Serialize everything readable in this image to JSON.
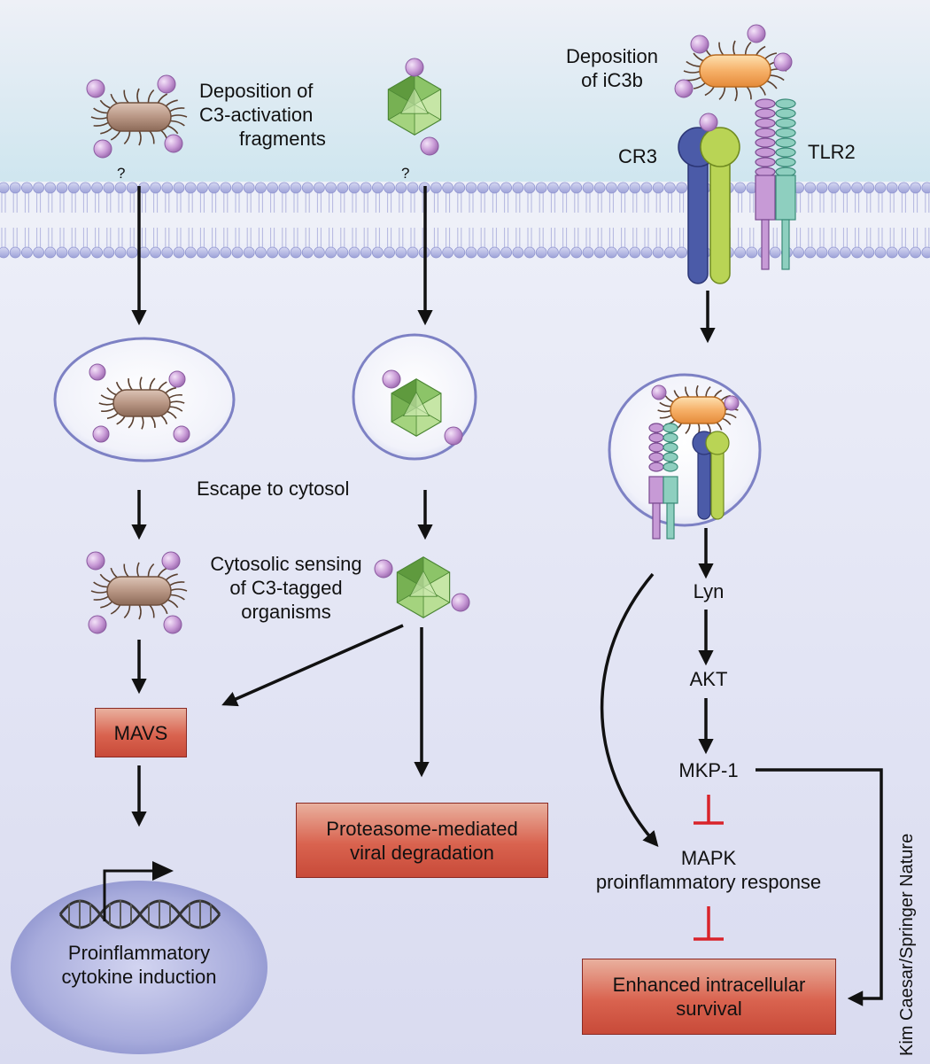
{
  "labels": {
    "deposition_c3": [
      "Deposition of",
      "C3-activation",
      "fragments"
    ],
    "deposition_ic3b": [
      "Deposition",
      "of iC3b"
    ],
    "cr3": "CR3",
    "tlr2": "TLR2",
    "question_mark": "?",
    "escape": "Escape to cytosol",
    "cytosolic_sensing": [
      "Cytosolic sensing",
      "of C3-tagged",
      "organisms"
    ],
    "lyn": "Lyn",
    "akt": "AKT",
    "mkp1": "MKP-1",
    "mapk": [
      "MAPK",
      "proinflammatory response"
    ]
  },
  "boxes": {
    "mavs": "MAVS",
    "proteasome": [
      "Proteasome-mediated",
      "viral degradation"
    ],
    "survival": [
      "Enhanced intracellular",
      "survival"
    ]
  },
  "nucleus": [
    "Proinflammatory",
    "cytokine induction"
  ],
  "credit": "Kim Caesar/Springer Nature",
  "colors": {
    "complement": "#c89ad6",
    "bacterium_brown": "#b89684",
    "bacterium_orange": "#f6b068",
    "virus_green": "#8cc468",
    "cr3_blue": "#4b5ba8",
    "cr3_green": "#b9d455",
    "tlr2_purple": "#c79ad6",
    "tlr2_teal": "#8ecfbf",
    "box_red": "#d9634f",
    "inhibit_red": "#d9232a"
  }
}
